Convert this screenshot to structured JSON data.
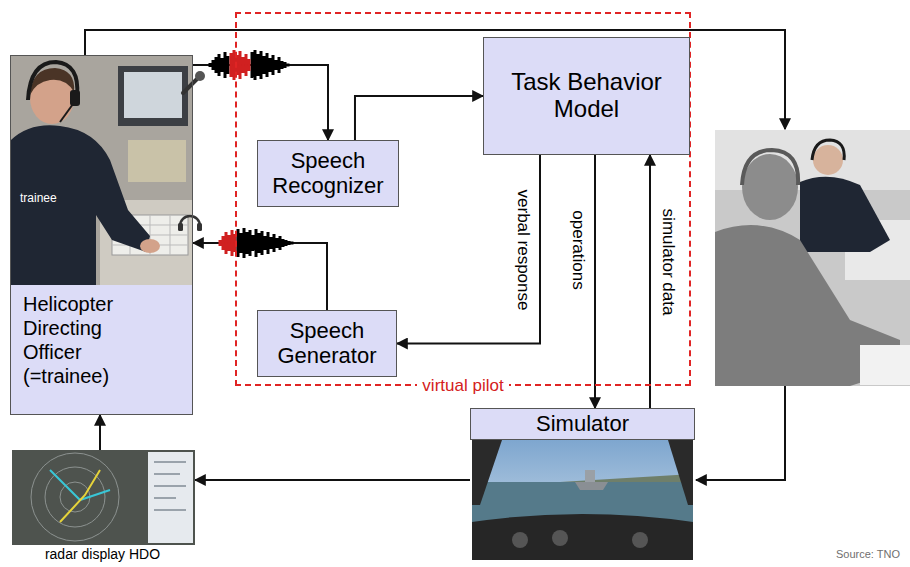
{
  "diagram": {
    "nodes": [
      {
        "text": [
          "Helicopter Directing Officer (=trainee)"
        ]
      },
      {
        "text": [
          "virtual pilot"
        ]
      },
      {
        "text": [
          "Speech Recognizer"
        ],
        "in": 1
      },
      {
        "text": [
          "Task Behavior Model"
        ],
        "in": 1
      },
      {
        "text": [
          "Speech Generator"
        ],
        "in": 1
      },
      {
        "text": [
          "Simulator"
        ]
      },
      {
        "text": [
          "radar display HDO"
        ]
      }
    ],
    "edges": [
      {
        "from": 0,
        "to": 2,
        "arrow": "to"
      },
      {
        "from": 2,
        "to": 3,
        "arrow": "to"
      },
      {
        "from": 3,
        "to": 4,
        "label": "verbal response",
        "arrow": "to"
      },
      {
        "from": 4,
        "to": 0,
        "arrow": "to"
      },
      {
        "from": 3,
        "to": 5,
        "label": "operations",
        "arrow": "to"
      },
      {
        "from": 5,
        "to": 3,
        "label": "simulator data",
        "arrow": "to"
      },
      {
        "from": 5,
        "to": 6,
        "arrow": "to"
      },
      {
        "from": 6,
        "to": 0,
        "arrow": "to"
      }
    ],
    "labels": [
      "trainee",
      "Source: TNO"
    ]
  }
}
